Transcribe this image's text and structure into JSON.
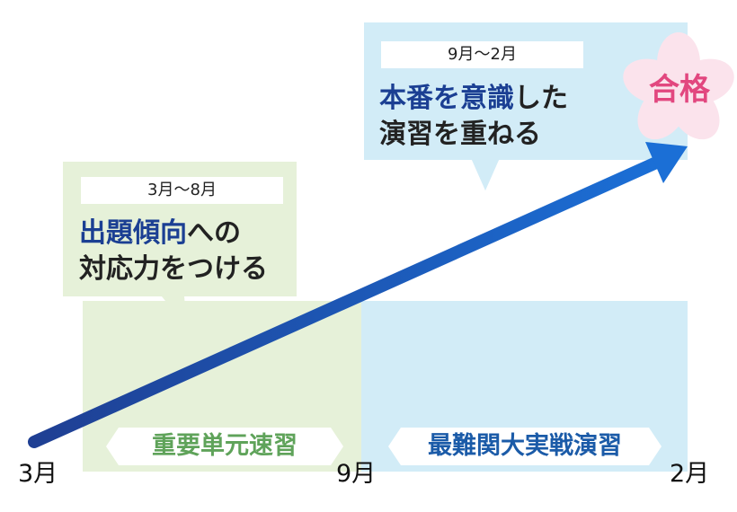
{
  "colors": {
    "phase1_bg": "#e6f1d9",
    "phase2_bg": "#d2ecf7",
    "arrow_start": "#1f3f93",
    "arrow_end": "#1b6fd6",
    "highlight": "#1b3f93",
    "phase1_text": "#5fa35a",
    "phase2_text": "#1b5ba8",
    "goal_pink": "#e2477f",
    "sakura_fill": "#fbe3ec"
  },
  "timeline": {
    "start_label": "3月",
    "middle_label": "9月",
    "end_label": "2月"
  },
  "phase1": {
    "period": "3月〜8月",
    "description_highlight": "出題傾向",
    "description_rest": "への",
    "description_line2": "対応力をつける",
    "label": "重要単元速習"
  },
  "phase2": {
    "period": "9月〜2月",
    "description_highlight": "本番を意識",
    "description_rest": "した",
    "description_line2": "演習を重ねる",
    "label": "最難関大実戦演習"
  },
  "goal": {
    "label": "合格",
    "icon": "sakura-icon"
  }
}
